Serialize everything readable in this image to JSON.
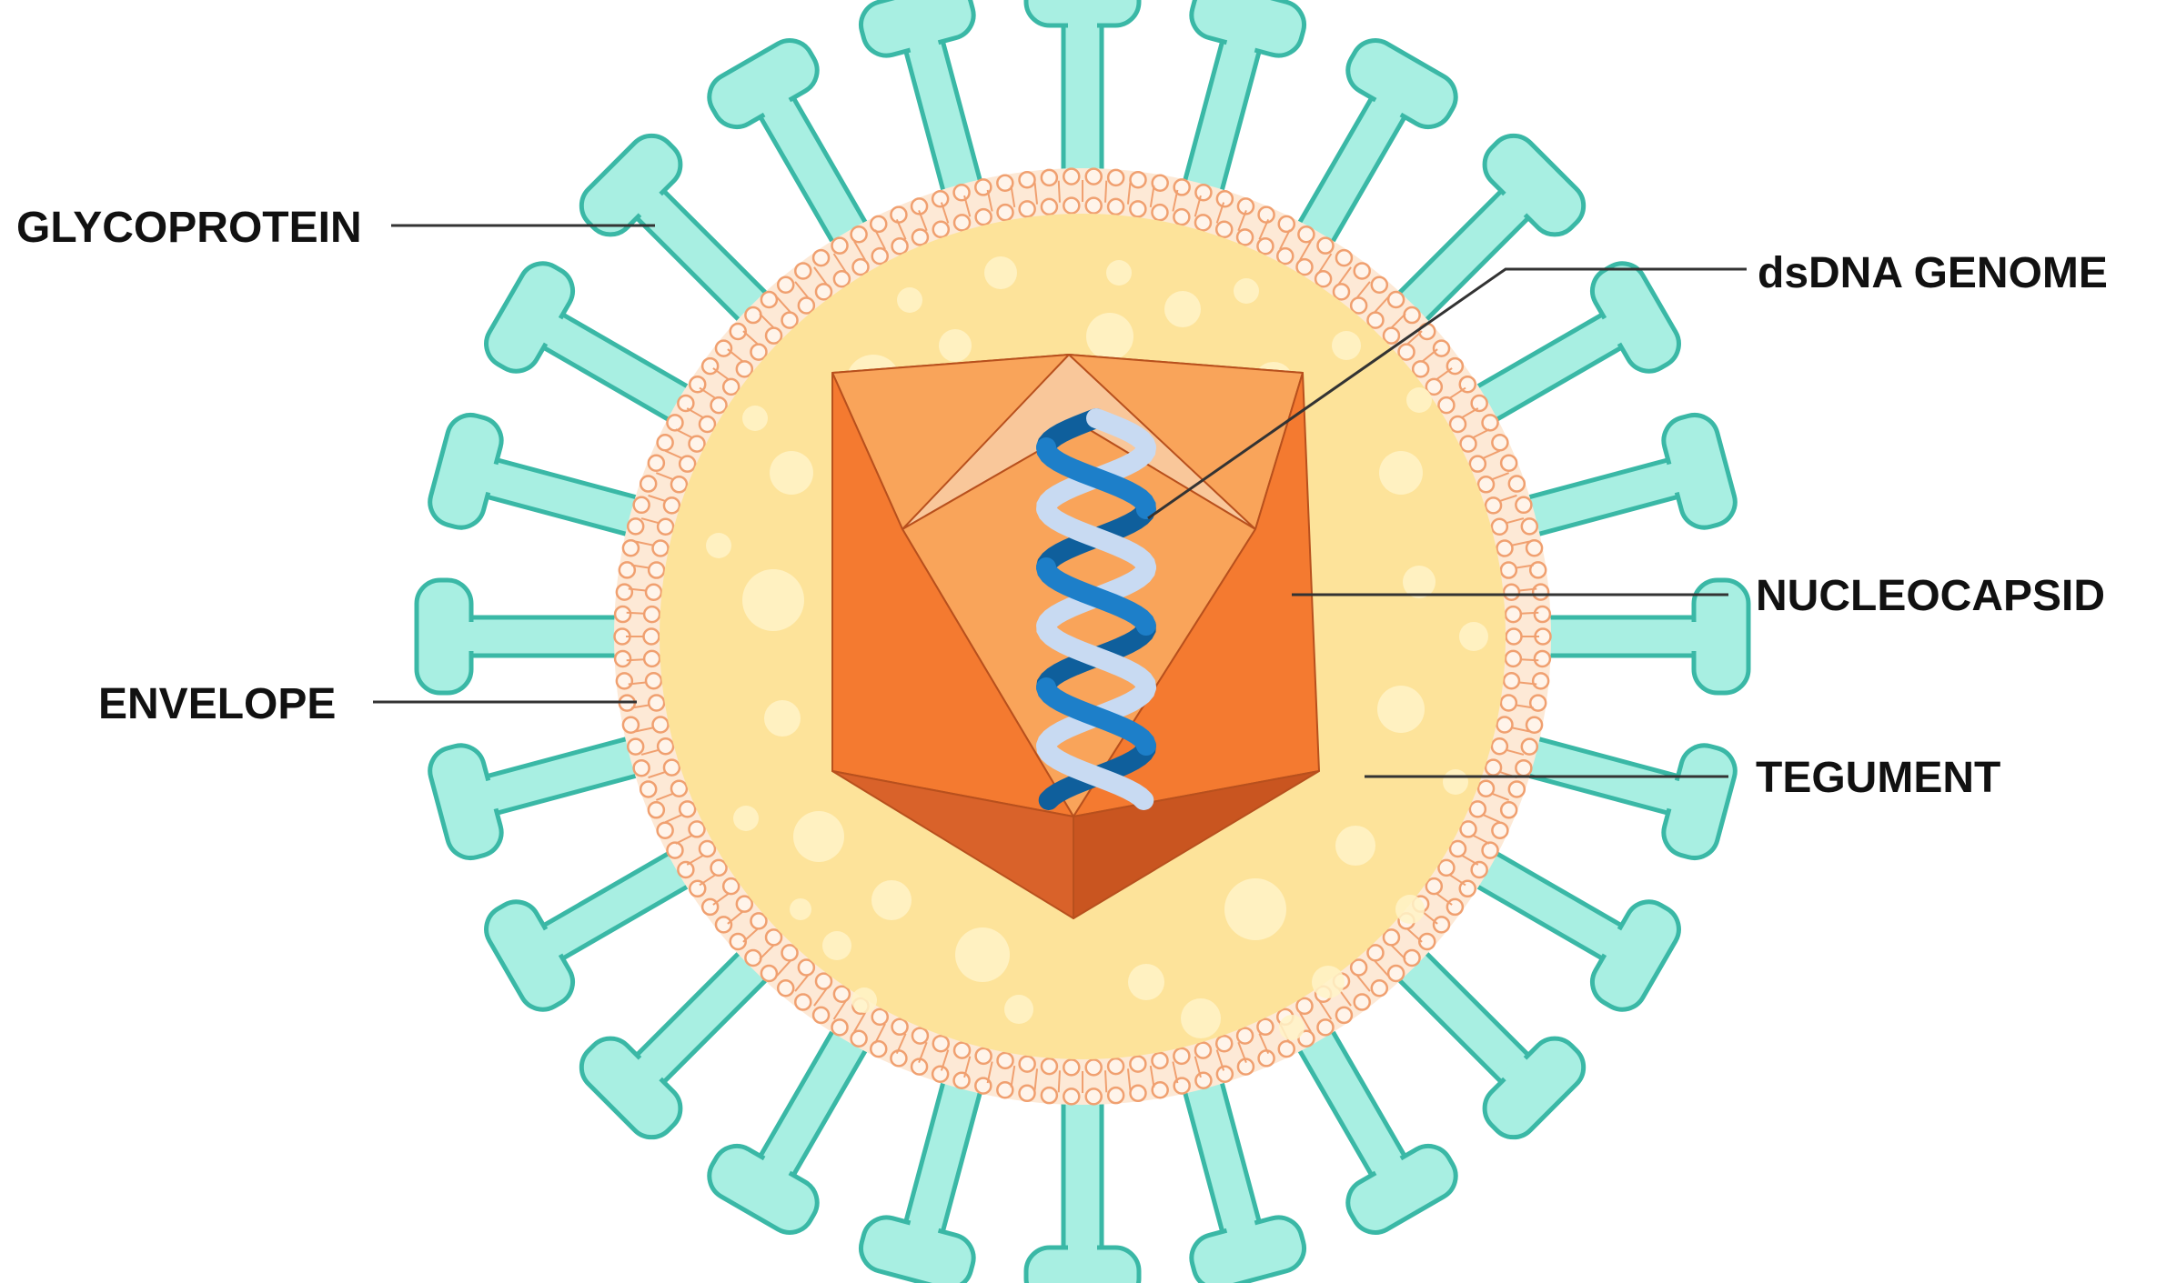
{
  "labels": {
    "glycoprotein": "GLYCOPROTEIN",
    "envelope": "ENVELOPE",
    "genome": "dsDNA GENOME",
    "nucleocapsid": "NUCLEOCAPSID",
    "tegument": "TEGUMENT"
  },
  "colors": {
    "spike_fill": "#a8efe2",
    "spike_stroke": "#3ab8a6",
    "tegument": "#fde39a",
    "membrane_fill": "#fde9d6",
    "membrane_stroke": "#f0a070",
    "capsid_top": "#f9c79a",
    "capsid_light": "#f9a45a",
    "capsid_mid": "#f47a30",
    "capsid_dark": "#d9622a",
    "dna_dark": "#1d7fc9",
    "dna_light": "#c8daf2",
    "leader": "#333333"
  },
  "icons": {
    "spikes": "glycoprotein-spike-icon",
    "capsid": "icosahedral-capsid-icon",
    "dna": "double-helix-icon"
  }
}
